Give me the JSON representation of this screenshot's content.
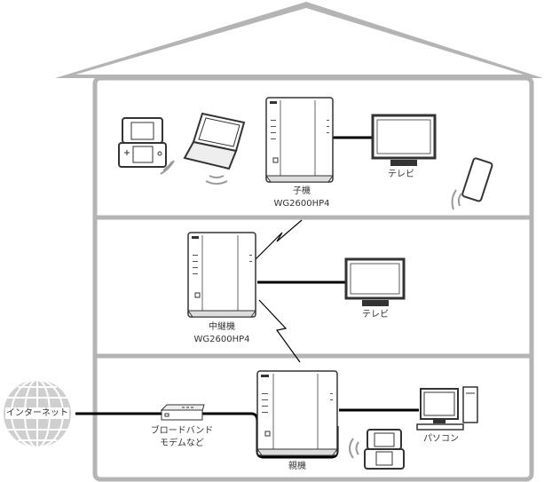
{
  "labels": {
    "child_router": "子機",
    "child_model": "WG2600HP4",
    "repeater_router": "中継機",
    "repeater_model": "WG2600HP4",
    "parent_router": "親機",
    "tv_top": "テレビ",
    "tv_middle": "テレビ",
    "pc": "パソコン",
    "modem_line1": "ブロードバンド",
    "modem_line2": "モデムなど",
    "internet": "インターネット"
  },
  "colors": {
    "house": "#b4b4b4",
    "cable": "#000000",
    "device": "#333333"
  }
}
